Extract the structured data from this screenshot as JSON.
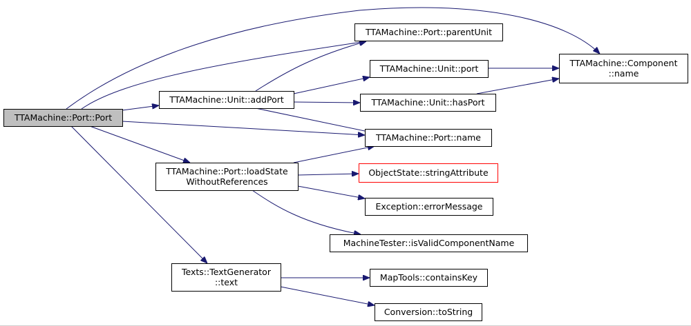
{
  "colors": {
    "edge": "#191970",
    "node_border": "#000000",
    "root_fill": "#bfbfbf",
    "node_fill": "#ffffff",
    "undocumented_border": "#ff0000"
  },
  "nodes": {
    "port_port": {
      "lines": [
        "TTAMachine::Port::Port"
      ],
      "root": true
    },
    "unit_addport": {
      "lines": [
        "TTAMachine::Unit::addPort"
      ]
    },
    "port_loadstate": {
      "lines": [
        "TTAMachine::Port::loadState",
        "WithoutReferences"
      ]
    },
    "textgen_text": {
      "lines": [
        "Texts::TextGenerator",
        "::text"
      ]
    },
    "port_parentunit": {
      "lines": [
        "TTAMachine::Port::parentUnit"
      ]
    },
    "unit_port": {
      "lines": [
        "TTAMachine::Unit::port"
      ]
    },
    "unit_hasport": {
      "lines": [
        "TTAMachine::Unit::hasPort"
      ]
    },
    "port_name": {
      "lines": [
        "TTAMachine::Port::name"
      ]
    },
    "objectstate_stringattr": {
      "lines": [
        "ObjectState::stringAttribute"
      ],
      "red": true
    },
    "exception_errormessage": {
      "lines": [
        "Exception::errorMessage"
      ]
    },
    "machinetester_isvalid": {
      "lines": [
        "MachineTester::isValidComponentName"
      ]
    },
    "maptools_containskey": {
      "lines": [
        "MapTools::containsKey"
      ]
    },
    "conversion_tostring": {
      "lines": [
        "Conversion::toString"
      ]
    },
    "component_name": {
      "lines": [
        "TTAMachine::Component",
        "::name"
      ]
    }
  }
}
